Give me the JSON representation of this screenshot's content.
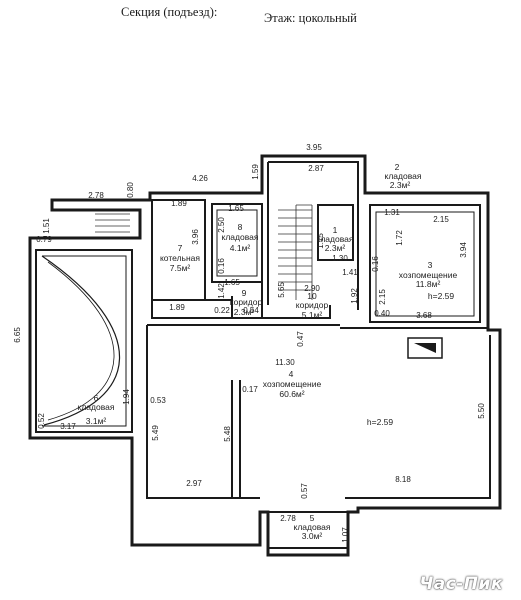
{
  "header": {
    "section_label": "Секция (подъезд):",
    "floor_label": "Этаж: цокольный"
  },
  "watermark": "Час-Пик",
  "rooms": {
    "r1": {
      "num": "1",
      "name": "кладовая",
      "area": "2.3м²"
    },
    "r2": {
      "num": "2",
      "name": "кладовая",
      "area": "2.3м²"
    },
    "r3": {
      "num": "3",
      "name": "хозпомещение",
      "area": "11.8м²",
      "height": "h=2.59"
    },
    "r4": {
      "num": "4",
      "name": "хозпомещение",
      "area": "60.6м²",
      "height": "h=2.59"
    },
    "r5": {
      "num": "5",
      "name": "кладовая",
      "area": "3.0м²"
    },
    "r6": {
      "num": "6",
      "name": "кладовая",
      "area": "3.1м²"
    },
    "r7": {
      "num": "7",
      "name": "котельная",
      "area": "7.5м²"
    },
    "r8": {
      "num": "8",
      "name": "кладовая",
      "area": "4.1м²"
    },
    "r9": {
      "num": "9",
      "name": "коридор",
      "area": "2.3м²"
    },
    "r10": {
      "num": "10",
      "name": "коридор",
      "area": "5.1м²"
    }
  },
  "dims": {
    "d395": "3.95",
    "d287": "2.87",
    "d426": "4.26",
    "d278a": "2.78",
    "d080": "0.80",
    "d159": "1.59",
    "d151": "1.51",
    "d079": "0.79",
    "d189a": "1.89",
    "d165a": "1.65",
    "d250": "2.50",
    "d396": "3.96",
    "d016a": "0.16",
    "d165b": "1.65",
    "d142": "1.42",
    "d131": "1.31",
    "d215a": "2.15",
    "d172": "1.72",
    "d394": "3.94",
    "d130": "1.30",
    "d115": "1.15",
    "d141": "1.41",
    "d016b": "0.16",
    "d565": "5.65",
    "d290": "2.90",
    "d192": "1.92",
    "d215b": "2.15",
    "d040": "0.40",
    "d368": "3.68",
    "d189b": "1.89",
    "d022": "0.22",
    "d054": "0.54",
    "d047": "0.47",
    "d665": "6.65",
    "d1130": "11.30",
    "d017": "0.17",
    "d053": "0.53",
    "d194": "1.94",
    "d548": "5.48",
    "d550": "5.50",
    "d549": "5.49",
    "d052": "0.52",
    "d317": "3.17",
    "d297": "2.97",
    "d057": "0.57",
    "d818": "8.18",
    "d278b": "2.78",
    "d107": "1.07"
  }
}
